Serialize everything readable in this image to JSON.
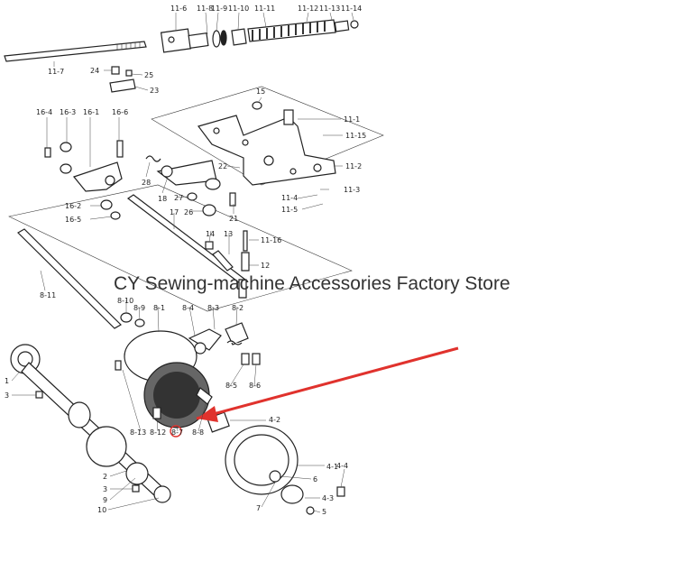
{
  "watermark": "CY Sewing-machine Accessories Factory Store",
  "highlight_color": "#e0322d",
  "labels": [
    {
      "id": "l11_6",
      "text": "11-6"
    },
    {
      "id": "l11_8",
      "text": "11-8"
    },
    {
      "id": "l11_9",
      "text": "11-9"
    },
    {
      "id": "l11_10",
      "text": "11-10"
    },
    {
      "id": "l11_11",
      "text": "11-11"
    },
    {
      "id": "l11_12",
      "text": "11-12"
    },
    {
      "id": "l11_13",
      "text": "11-13"
    },
    {
      "id": "l11_14",
      "text": "11-14"
    },
    {
      "id": "l11_7",
      "text": "11-7"
    },
    {
      "id": "l24",
      "text": "24"
    },
    {
      "id": "l25",
      "text": "25"
    },
    {
      "id": "l23",
      "text": "23"
    },
    {
      "id": "l15",
      "text": "15"
    },
    {
      "id": "l11_1",
      "text": "11-1"
    },
    {
      "id": "l11_15",
      "text": "11-15"
    },
    {
      "id": "l16_4",
      "text": "16-4"
    },
    {
      "id": "l16_3",
      "text": "16-3"
    },
    {
      "id": "l16_1",
      "text": "16-1"
    },
    {
      "id": "l16_6",
      "text": "16-6"
    },
    {
      "id": "l22",
      "text": "22"
    },
    {
      "id": "l11_2",
      "text": "11-2"
    },
    {
      "id": "l28",
      "text": "28"
    },
    {
      "id": "l11_3",
      "text": "11-3"
    },
    {
      "id": "l11_4",
      "text": "11-4"
    },
    {
      "id": "l11_5",
      "text": "11-5"
    },
    {
      "id": "l16_2",
      "text": "16-2"
    },
    {
      "id": "l16_5",
      "text": "16-5"
    },
    {
      "id": "l18",
      "text": "18"
    },
    {
      "id": "l27",
      "text": "27"
    },
    {
      "id": "l26",
      "text": "26"
    },
    {
      "id": "l21",
      "text": "21"
    },
    {
      "id": "l17",
      "text": "17"
    },
    {
      "id": "l14",
      "text": "14"
    },
    {
      "id": "l13",
      "text": "13"
    },
    {
      "id": "l11_16",
      "text": "11-16"
    },
    {
      "id": "l12",
      "text": "12"
    },
    {
      "id": "l8_11",
      "text": "8-11"
    },
    {
      "id": "l8_10",
      "text": "8-10"
    },
    {
      "id": "l8_9",
      "text": "8-9"
    },
    {
      "id": "l8_1",
      "text": "8-1"
    },
    {
      "id": "l8_4",
      "text": "8-4"
    },
    {
      "id": "l8_3",
      "text": "8-3"
    },
    {
      "id": "l8_2",
      "text": "8-2"
    },
    {
      "id": "l8_5",
      "text": "8-5"
    },
    {
      "id": "l8_6",
      "text": "8-6"
    },
    {
      "id": "l1",
      "text": "1"
    },
    {
      "id": "l3a",
      "text": "3"
    },
    {
      "id": "l8_13",
      "text": "8-13"
    },
    {
      "id": "l8_12",
      "text": "8-12"
    },
    {
      "id": "l8_7",
      "text": "8-7"
    },
    {
      "id": "l8_8",
      "text": "8-8"
    },
    {
      "id": "l4_2",
      "text": "4-2"
    },
    {
      "id": "l2",
      "text": "2"
    },
    {
      "id": "l3b",
      "text": "3"
    },
    {
      "id": "l9",
      "text": "9"
    },
    {
      "id": "l10",
      "text": "10"
    },
    {
      "id": "l4_1",
      "text": "4-1"
    },
    {
      "id": "l4_4",
      "text": "4-4"
    },
    {
      "id": "l6",
      "text": "6"
    },
    {
      "id": "l4_3",
      "text": "4-3"
    },
    {
      "id": "l7",
      "text": "7"
    },
    {
      "id": "l5",
      "text": "5"
    }
  ]
}
